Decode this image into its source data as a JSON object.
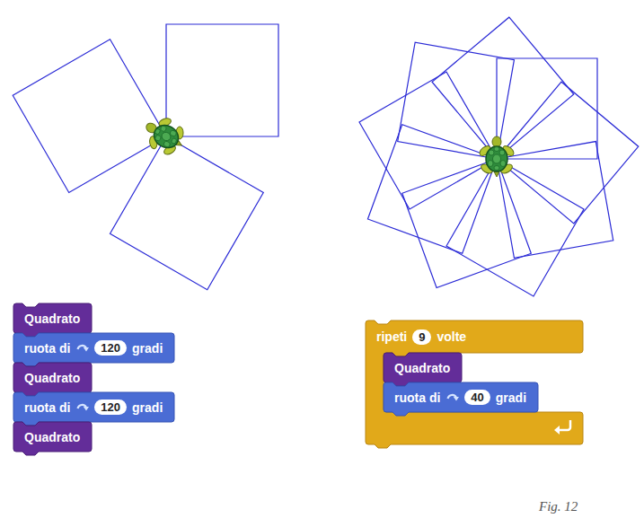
{
  "diagram": {
    "caption": "Fig. 12",
    "nodes": [
      {
        "text": [
          "Quadrato"
        ]
      },
      {
        "text": [
          "ruota di",
          "120",
          "gradi"
        ]
      },
      {
        "text": [
          "Quadrato"
        ]
      },
      {
        "text": [
          "ruota di",
          "120",
          "gradi"
        ]
      },
      {
        "text": [
          "Quadrato"
        ]
      },
      {
        "text": [
          "ripeti",
          "9",
          "volte"
        ]
      },
      {
        "text": [
          "Quadrato"
        ],
        "in": 5
      },
      {
        "text": [
          "ruota di",
          "40",
          "gradi"
        ],
        "in": 5
      }
    ]
  }
}
